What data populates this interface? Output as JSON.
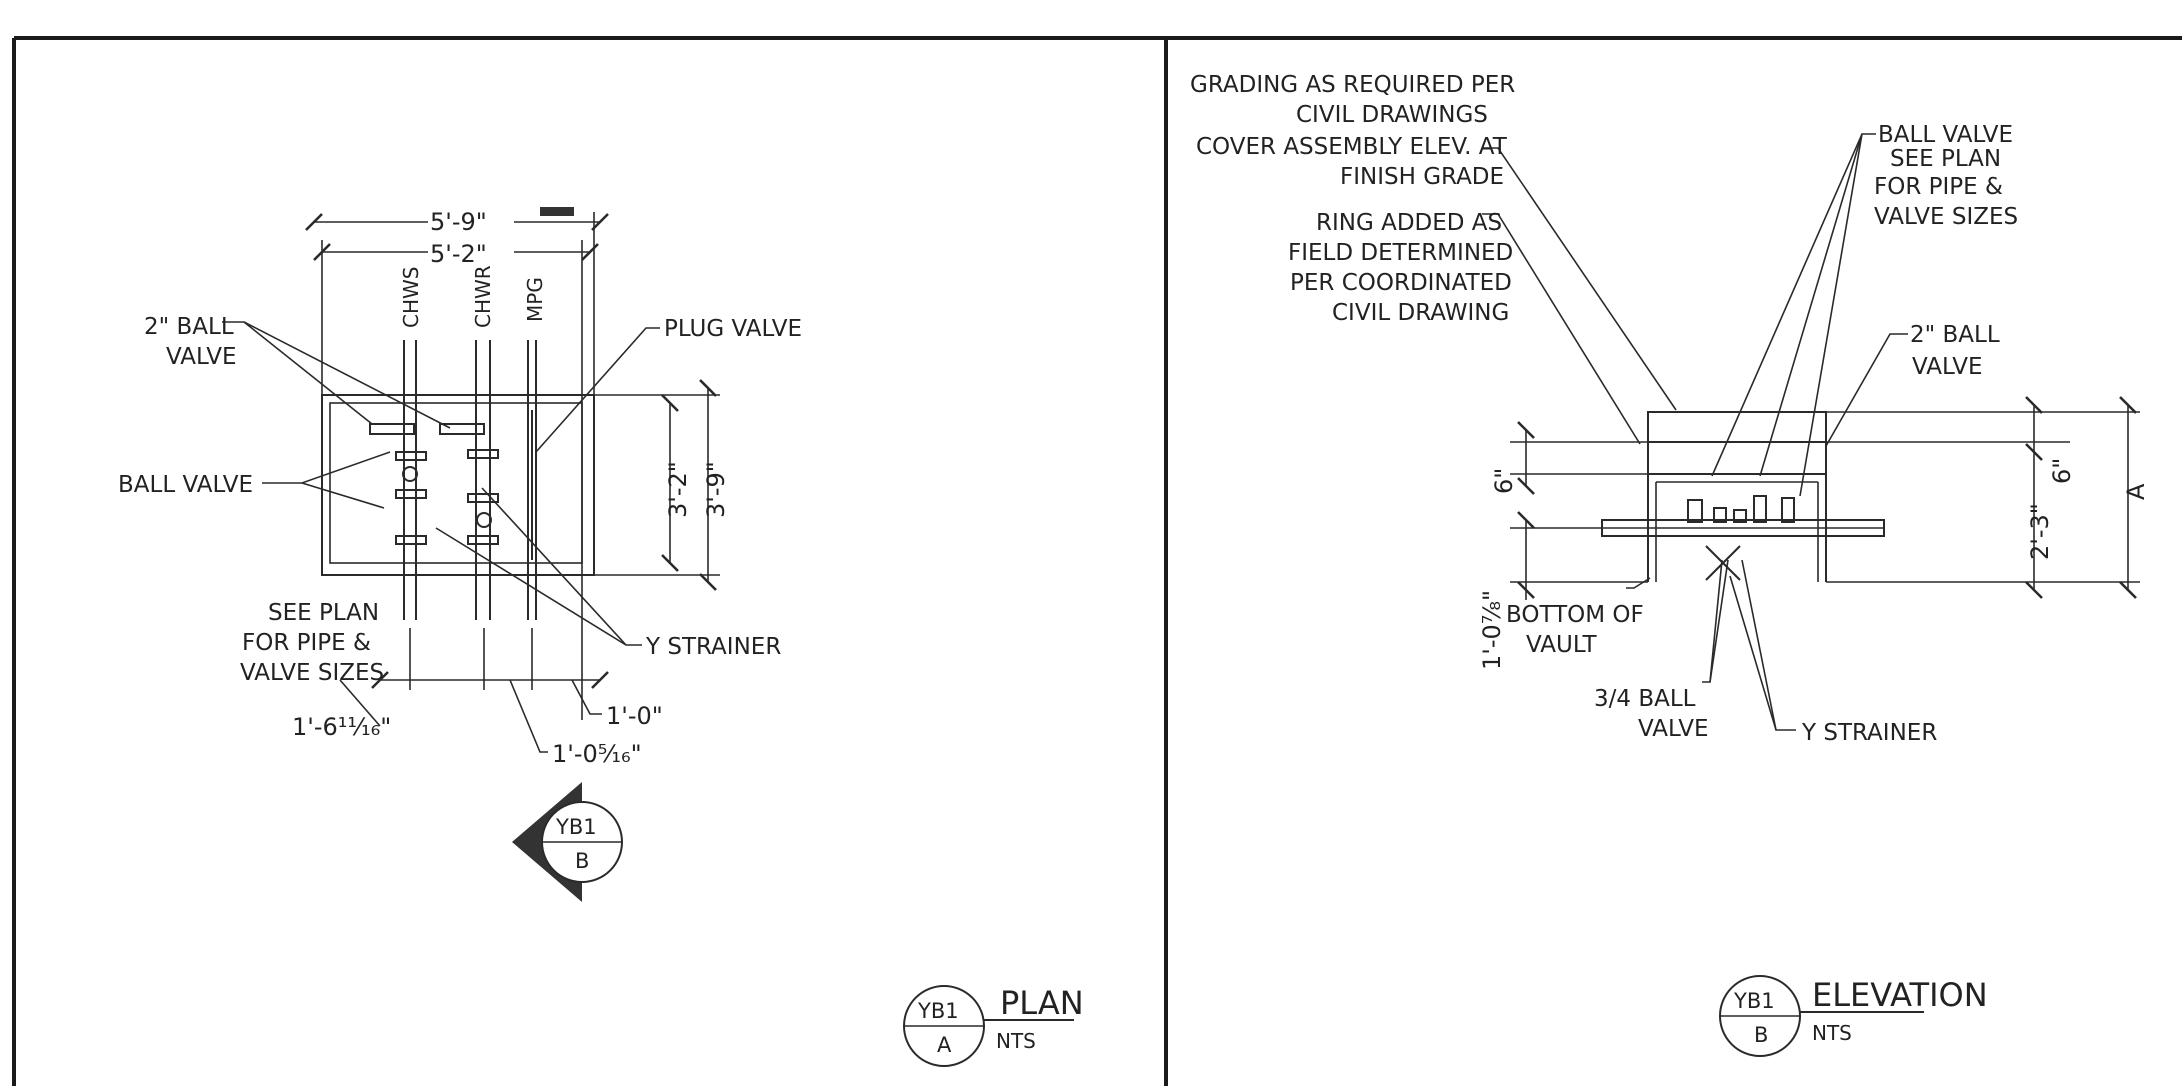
{
  "plan": {
    "dims": {
      "overall_width": "5'-9\"",
      "inner_width": "5'-2\"",
      "outer_height": "3'-9\"",
      "inner_height": "3'-2\"",
      "spacing_a": "1'-6¹¹⁄₁₆\"",
      "spacing_b": "1'-0⁵⁄₁₆\"",
      "spacing_c": "1'-0\""
    },
    "pipe_labels": [
      "CHWS",
      "CHWR",
      "MPG"
    ],
    "callouts": {
      "two_inch_ball_valve": [
        "2\" BALL",
        "VALVE"
      ],
      "ball_valve": "BALL VALVE",
      "plug_valve": "PLUG VALVE",
      "y_strainer": "Y STRAINER",
      "see_plan": [
        "SEE PLAN",
        "FOR PIPE &",
        "VALVE SIZES"
      ]
    },
    "section_marker": {
      "id": "YB1",
      "sheet": "B"
    },
    "title": {
      "id": "YB1",
      "sheet": "A",
      "name": "PLAN",
      "scale": "NTS"
    }
  },
  "elevation": {
    "callouts": {
      "grading": [
        "GRADING AS REQUIRED PER",
        "CIVIL DRAWINGS",
        "COVER ASSEMBLY ELEV. AT",
        "FINISH GRADE"
      ],
      "ring": [
        "RING ADDED AS",
        "FIELD DETERMINED",
        "PER COORDINATED",
        "CIVIL DRAWING"
      ],
      "ball_valve": [
        "BALL VALVE",
        "SEE PLAN",
        "FOR PIPE &",
        "VALVE SIZES"
      ],
      "two_inch_ball_valve": [
        "2\" BALL",
        "VALVE"
      ],
      "bottom_of_vault": [
        "BOTTOM OF",
        "VAULT"
      ],
      "three_quarter_ball_valve": [
        "3/4 BALL",
        "VALVE"
      ],
      "y_strainer": "Y STRAINER"
    },
    "dims": {
      "left_6": "6\"",
      "left_depth": "1'-0⁷⁄₈\"",
      "right_6": "6\"",
      "right_depth": "2'-3\"",
      "overall": "A"
    },
    "title": {
      "id": "YB1",
      "sheet": "B",
      "name": "ELEVATION",
      "scale": "NTS"
    }
  }
}
